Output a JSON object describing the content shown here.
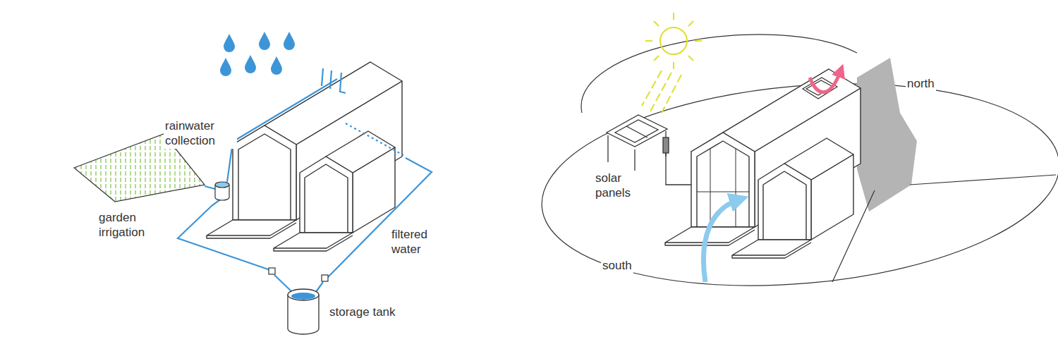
{
  "diagram": {
    "labels": [
      "rainwater collection",
      "garden irrigation",
      "filtered water",
      "storage tank",
      "solar panels",
      "south",
      "north"
    ]
  }
}
